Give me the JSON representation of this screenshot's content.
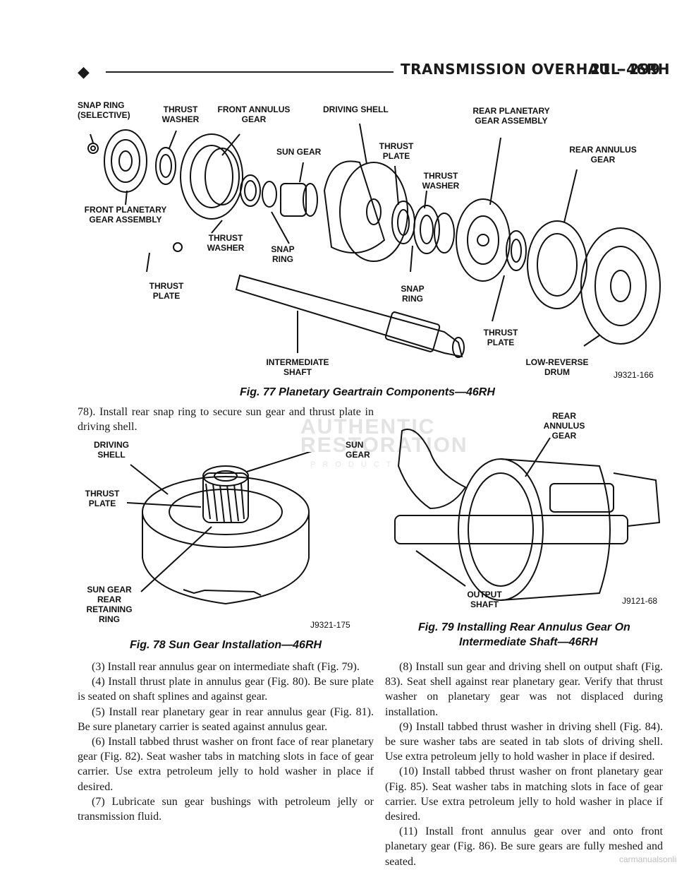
{
  "header": {
    "bullet": "◆",
    "title": "TRANSMISSION OVERHAUL-46RH",
    "page": "21 - 299"
  },
  "fig77": {
    "labels": {
      "snap_ring_selective": "SNAP RING (SELECTIVE)",
      "thrust_washer_top": "THRUST WASHER",
      "front_annulus_gear": "FRONT ANNULUS GEAR",
      "driving_shell": "DRIVING SHELL",
      "rear_planetary_gear_assembly": "REAR PLANETARY GEAR ASSEMBLY",
      "sun_gear": "SUN GEAR",
      "thrust_plate_top": "THRUST PLATE",
      "thrust_washer_mid": "THRUST WASHER",
      "rear_annulus_gear": "REAR ANNULUS GEAR",
      "front_planetary_gear_assembly": "FRONT PLANETARY GEAR ASSEMBLY",
      "thrust_washer_low": "THRUST WASHER",
      "snap_ring_low": "SNAP RING",
      "thrust_plate_left": "THRUST PLATE",
      "snap_ring_right": "SNAP RING",
      "thrust_plate_right": "THRUST PLATE",
      "intermediate_shaft": "INTERMEDIATE SHAFT",
      "low_reverse_drum": "LOW-REVERSE DRUM"
    },
    "code": "J9321-166",
    "caption": "Fig. 77 Planetary Geartrain Components—46RH"
  },
  "fig78": {
    "labels": {
      "driving_shell": "DRIVING SHELL",
      "sun_gear": "SUN GEAR",
      "thrust_plate": "THRUST PLATE",
      "sun_gear_ring": "SUN GEAR REAR RETAINING RING"
    },
    "code": "J9321-175",
    "caption": "Fig. 78 Sun Gear Installation—46RH"
  },
  "fig79": {
    "labels": {
      "rear_annulus_gear": "REAR ANNULUS GEAR",
      "output_shaft": "OUTPUT SHAFT"
    },
    "code": "J9121-68",
    "caption_line1": "Fig. 79 Installing Rear Annulus Gear On",
    "caption_line2": "Intermediate Shaft—46RH"
  },
  "text": {
    "intro": "78). Install rear snap ring to secure sun gear and thrust plate in driving shell.",
    "left_steps": [
      "(3) Install rear annulus gear on intermediate shaft (Fig. 79).",
      "(4) Install thrust plate in annulus gear (Fig. 80). Be sure plate is seated on shaft splines and against gear.",
      "(5) Install rear planetary gear in rear annulus gear (Fig. 81). Be sure planetary carrier is seated against annulus gear.",
      "(6) Install tabbed thrust washer on front face of rear planetary gear (Fig. 82). Seat washer tabs in matching slots in face of gear carrier. Use extra petroleum jelly to hold washer in place if desired.",
      "(7) Lubricate sun gear bushings with petroleum jelly or transmission fluid."
    ],
    "right_steps": [
      "(8) Install sun gear and driving shell on output shaft (Fig. 83). Seat shell against rear planetary gear. Verify that thrust washer on planetary gear was not displaced during installation.",
      "(9) Install tabbed thrust washer in driving shell (Fig. 84). be sure washer tabs are seated in tab slots of driving shell. Use extra petroleum jelly to hold washer in place if desired.",
      "(10) Install tabbed thrust washer on front planetary gear (Fig. 85). Seat washer tabs in matching slots in face of gear carrier. Use extra petroleum jelly to hold washer in place if desired.",
      "(11) Install front annulus gear over and onto front planetary gear (Fig. 86). Be sure gears are fully meshed and seated."
    ]
  },
  "watermarks": {
    "center_line1": "AUTHENTIC",
    "center_line2": "RESTORATION",
    "center_sub": "PRODUCT",
    "footer": "carmanualsonline.info"
  }
}
